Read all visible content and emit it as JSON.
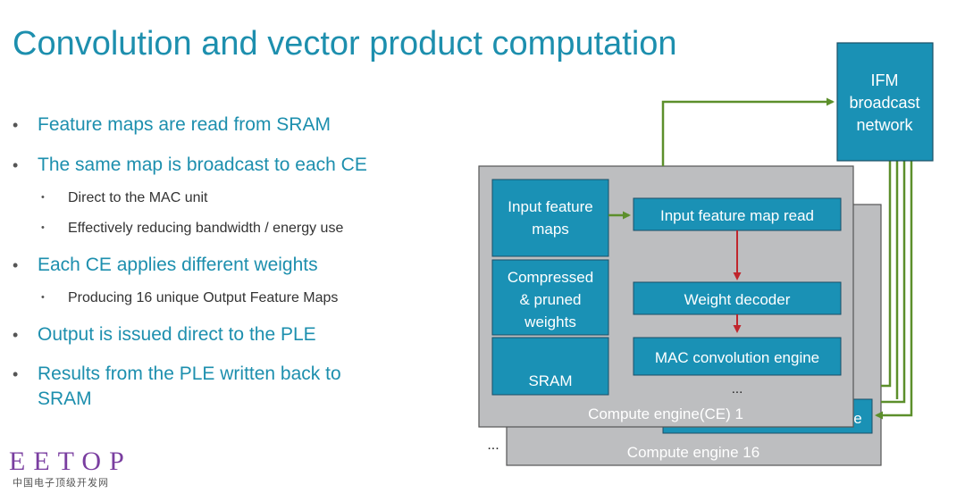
{
  "title": "Convolution and vector product computation",
  "bullets": [
    {
      "level": 1,
      "text": "Feature maps are read from SRAM"
    },
    {
      "level": 1,
      "text": "The same map is broadcast to each CE"
    },
    {
      "level": 2,
      "text": "Direct to the MAC unit"
    },
    {
      "level": 2,
      "text": "Effectively reducing bandwidth / energy use"
    },
    {
      "level": 1,
      "text": "Each CE applies different weights"
    },
    {
      "level": 2,
      "text": "Producing 16 unique Output Feature Maps"
    },
    {
      "level": 1,
      "text": "Output is issued direct to the PLE"
    },
    {
      "level": 1,
      "text": "Results from the PLE written back to",
      "text2": "SRAM"
    }
  ],
  "bullet_symbol": "•",
  "diagram": {
    "ifm_network": [
      "IFM",
      "broadcast",
      "network"
    ],
    "sram_blocks": {
      "input": [
        "Input feature",
        "maps"
      ],
      "weights": [
        "Compressed",
        "& pruned",
        "weights"
      ],
      "sram": "SRAM"
    },
    "pipeline": {
      "read": "Input feature map read",
      "decoder": "Weight decoder",
      "mac": "MAC convolution engine",
      "more": "..."
    },
    "ce1_label": "Compute engine(CE) 1",
    "ce16_label": "Compute engine 16",
    "hidden_fragment": "e",
    "stack_ellipsis": "...",
    "colors": {
      "teal": "#1a91b5",
      "green_arrow": "#5c8f2b",
      "red_arrow": "#c0262d",
      "panel_gray": "#bdbec0"
    }
  },
  "logo": {
    "main": "EETOP",
    "sub": "中国电子顶级开发网"
  }
}
